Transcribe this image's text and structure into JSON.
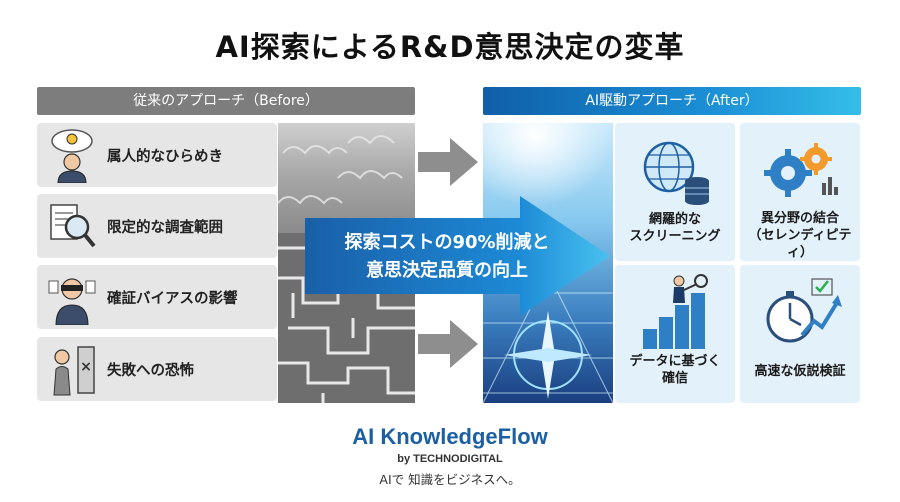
{
  "title": "AI探索によるR&D意思決定の変革",
  "left_panel": {
    "header": "従来のアプローチ（Before）",
    "items": [
      {
        "label": "属人的なひらめき",
        "icon": "thinking-person-icon"
      },
      {
        "label": "限定的な調査範囲",
        "icon": "magnifier-document-icon"
      },
      {
        "label": "確証バイアスの影響",
        "icon": "blindfolded-person-icon"
      },
      {
        "label": "失敗への恐怖",
        "icon": "fearful-person-icon"
      }
    ]
  },
  "center_arrow": {
    "line1": "探索コストの90%削減と",
    "line2": "意思決定品質の向上"
  },
  "right_panel": {
    "header": "AI駆動アプローチ（After）",
    "items": [
      {
        "line1": "網羅的な",
        "line2": "スクリーニング",
        "icon": "globe-database-icon"
      },
      {
        "line1": "異分野の結合",
        "line2": "（セレンディピティ）",
        "icon": "gears-icon"
      },
      {
        "line1": "データに基づく",
        "line2": "確信",
        "icon": "person-climbing-chart-icon"
      },
      {
        "line1": "高速な仮説検証",
        "line2": "",
        "icon": "stopwatch-growth-icon"
      }
    ]
  },
  "footer": {
    "brand": "AI KnowledgeFlow",
    "by": "by TECHNODIGITAL",
    "tagline": "AIで 知識をビジネスへ。"
  },
  "colors": {
    "before_header": "#7d7d7d",
    "after_header": "#1b8fd6",
    "brand": "#1d5fa3",
    "arrow": "#1a7fd0"
  }
}
